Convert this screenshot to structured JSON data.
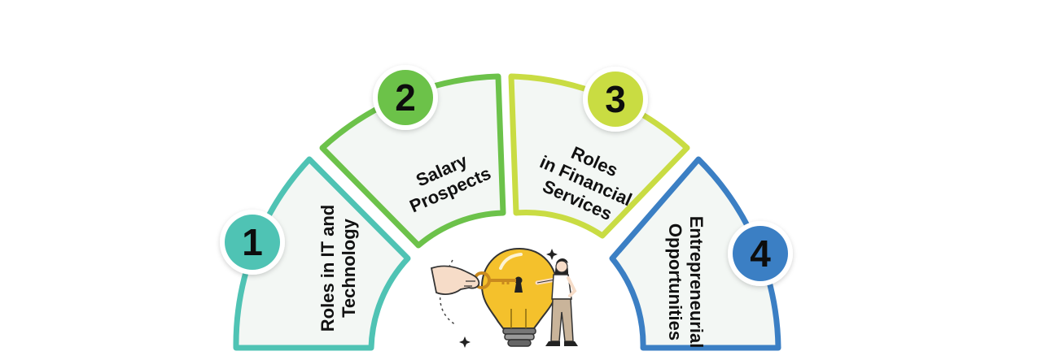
{
  "segments": [
    {
      "number": "1",
      "line1": "Roles in IT and",
      "line2": "Technology",
      "line3": "",
      "color": "#4fc3b4"
    },
    {
      "number": "2",
      "line1": "Salary",
      "line2": "Prospects",
      "line3": "",
      "color": "#6cc24a"
    },
    {
      "number": "3",
      "line1": "Roles",
      "line2": "in Financial",
      "line3": "Services",
      "color": "#c9dc43"
    },
    {
      "number": "4",
      "line1": "Entrepreneurial",
      "line2": "Opportunities",
      "line3": "",
      "color": "#3b7fc4"
    }
  ],
  "colors": {
    "panel_fill": "#f3f7f4",
    "inner_circle": "#fdf6dd",
    "bulb": "#f4c12c"
  },
  "illustration": {
    "icon": "lightbulb-key-illustration"
  }
}
